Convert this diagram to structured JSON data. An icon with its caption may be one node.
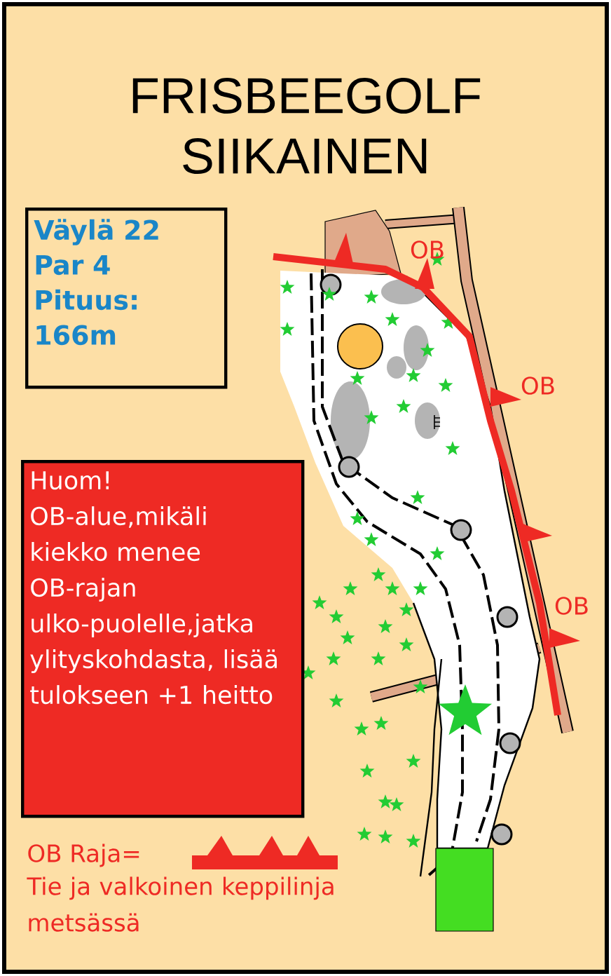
{
  "diagram": {
    "title": "FRISBEEGOLF SIIKAINEN",
    "nodes": [
      {
        "text": [
          "Väylä 22",
          "Par 4",
          "Pituus: 166m"
        ]
      },
      {
        "text": [
          "Huom!",
          "OB-alue,mikäli kiekko menee OB-rajan ulko-puolelle,jatka ylityskohdasta, lisää tulokseen +1 heitto"
        ]
      }
    ],
    "labels": [
      "OB",
      "OB",
      "OB",
      "Tie ja valkoinen keppilinja metsässä"
    ],
    "legend": [
      {
        "text": "OB Raja="
      }
    ]
  }
}
